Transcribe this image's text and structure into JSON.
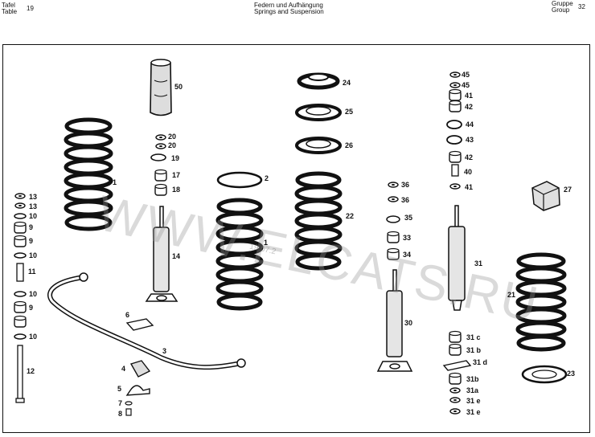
{
  "header": {
    "tafel_label": "Tafel",
    "table_label": "Table",
    "table_number": "19",
    "title_de": "Federn und Aufhängung",
    "title_en": "Springs and Suspension",
    "gruppe_label": "Gruppe",
    "group_label": "Group",
    "group_number": "32"
  },
  "watermark": {
    "text": "WWW.ELCATS.RU",
    "small_text": "19.07.2"
  },
  "callouts": [
    "1",
    "1",
    "2",
    "3",
    "4",
    "5",
    "6",
    "7",
    "8",
    "9",
    "9",
    "9",
    "10",
    "10",
    "10",
    "10",
    "11",
    "12",
    "13",
    "13",
    "14",
    "17",
    "18",
    "19",
    "20",
    "20",
    "21",
    "22",
    "23",
    "24",
    "25",
    "26",
    "27",
    "30",
    "31",
    "31 c",
    "31 b",
    "31 d",
    "31b",
    "31a",
    "31 e",
    "31 e",
    "33",
    "34",
    "35",
    "36",
    "36",
    "40",
    "41",
    "41",
    "42",
    "42",
    "43",
    "44",
    "45",
    "45",
    "50"
  ]
}
